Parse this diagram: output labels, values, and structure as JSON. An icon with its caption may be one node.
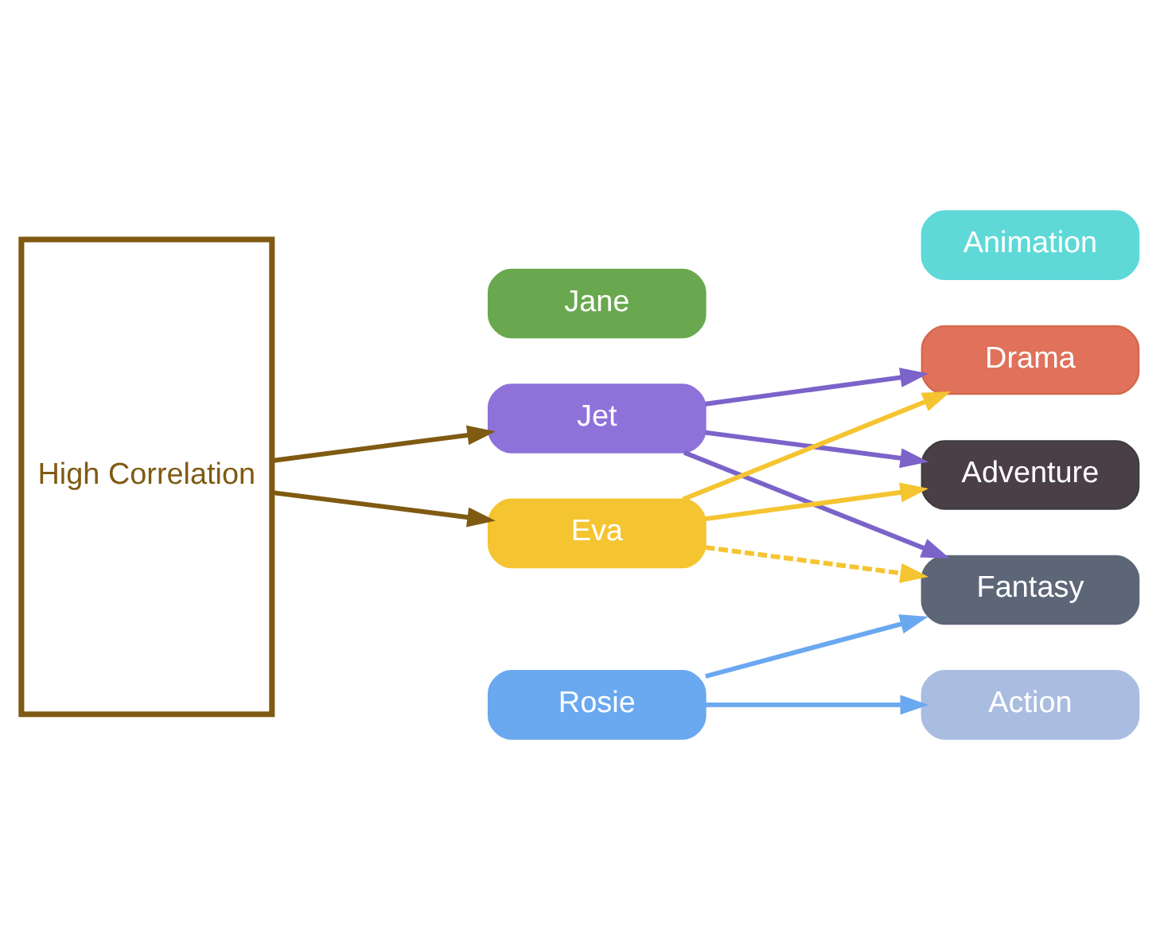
{
  "diagram": {
    "nodes": [
      {
        "text": [
          "Jet"
        ]
      },
      {
        "text": [
          "Rosie"
        ]
      },
      {
        "text": [
          "Jane"
        ]
      },
      {
        "text": [
          "Eva"
        ]
      },
      {
        "text": [
          "High Correlation"
        ]
      },
      {
        "text": [
          "Drama"
        ]
      },
      {
        "text": [
          "Adventure"
        ]
      },
      {
        "text": [
          "Action"
        ]
      },
      {
        "text": [
          "Fantasy"
        ]
      },
      {
        "text": [
          "Animation"
        ]
      }
    ],
    "edges": [
      {
        "from": 4,
        "to": 0,
        "arrow": "to",
        "color": "#7f5a12"
      },
      {
        "from": 4,
        "to": 3,
        "arrow": "to",
        "color": "#7f5a12"
      },
      {
        "from": 0,
        "to": 5,
        "arrow": "to",
        "color": "#7b63c9"
      },
      {
        "from": 0,
        "to": 6,
        "arrow": "to",
        "color": "#7b63c9"
      },
      {
        "from": 0,
        "to": 8,
        "arrow": "to",
        "color": "#7b63c9"
      },
      {
        "from": 1,
        "to": 7,
        "arrow": "to",
        "color": "#6aa8f0"
      },
      {
        "from": 1,
        "to": 8,
        "arrow": "to",
        "color": "#6aa8f0"
      },
      {
        "from": 3,
        "to": 5,
        "arrow": "to",
        "color": "#f5c431"
      },
      {
        "from": 3,
        "to": 6,
        "arrow": "to",
        "color": "#f5c431"
      },
      {
        "from": 3,
        "to": 8,
        "arrow": "to",
        "style": "dashed",
        "color": "#f5c431"
      }
    ]
  }
}
